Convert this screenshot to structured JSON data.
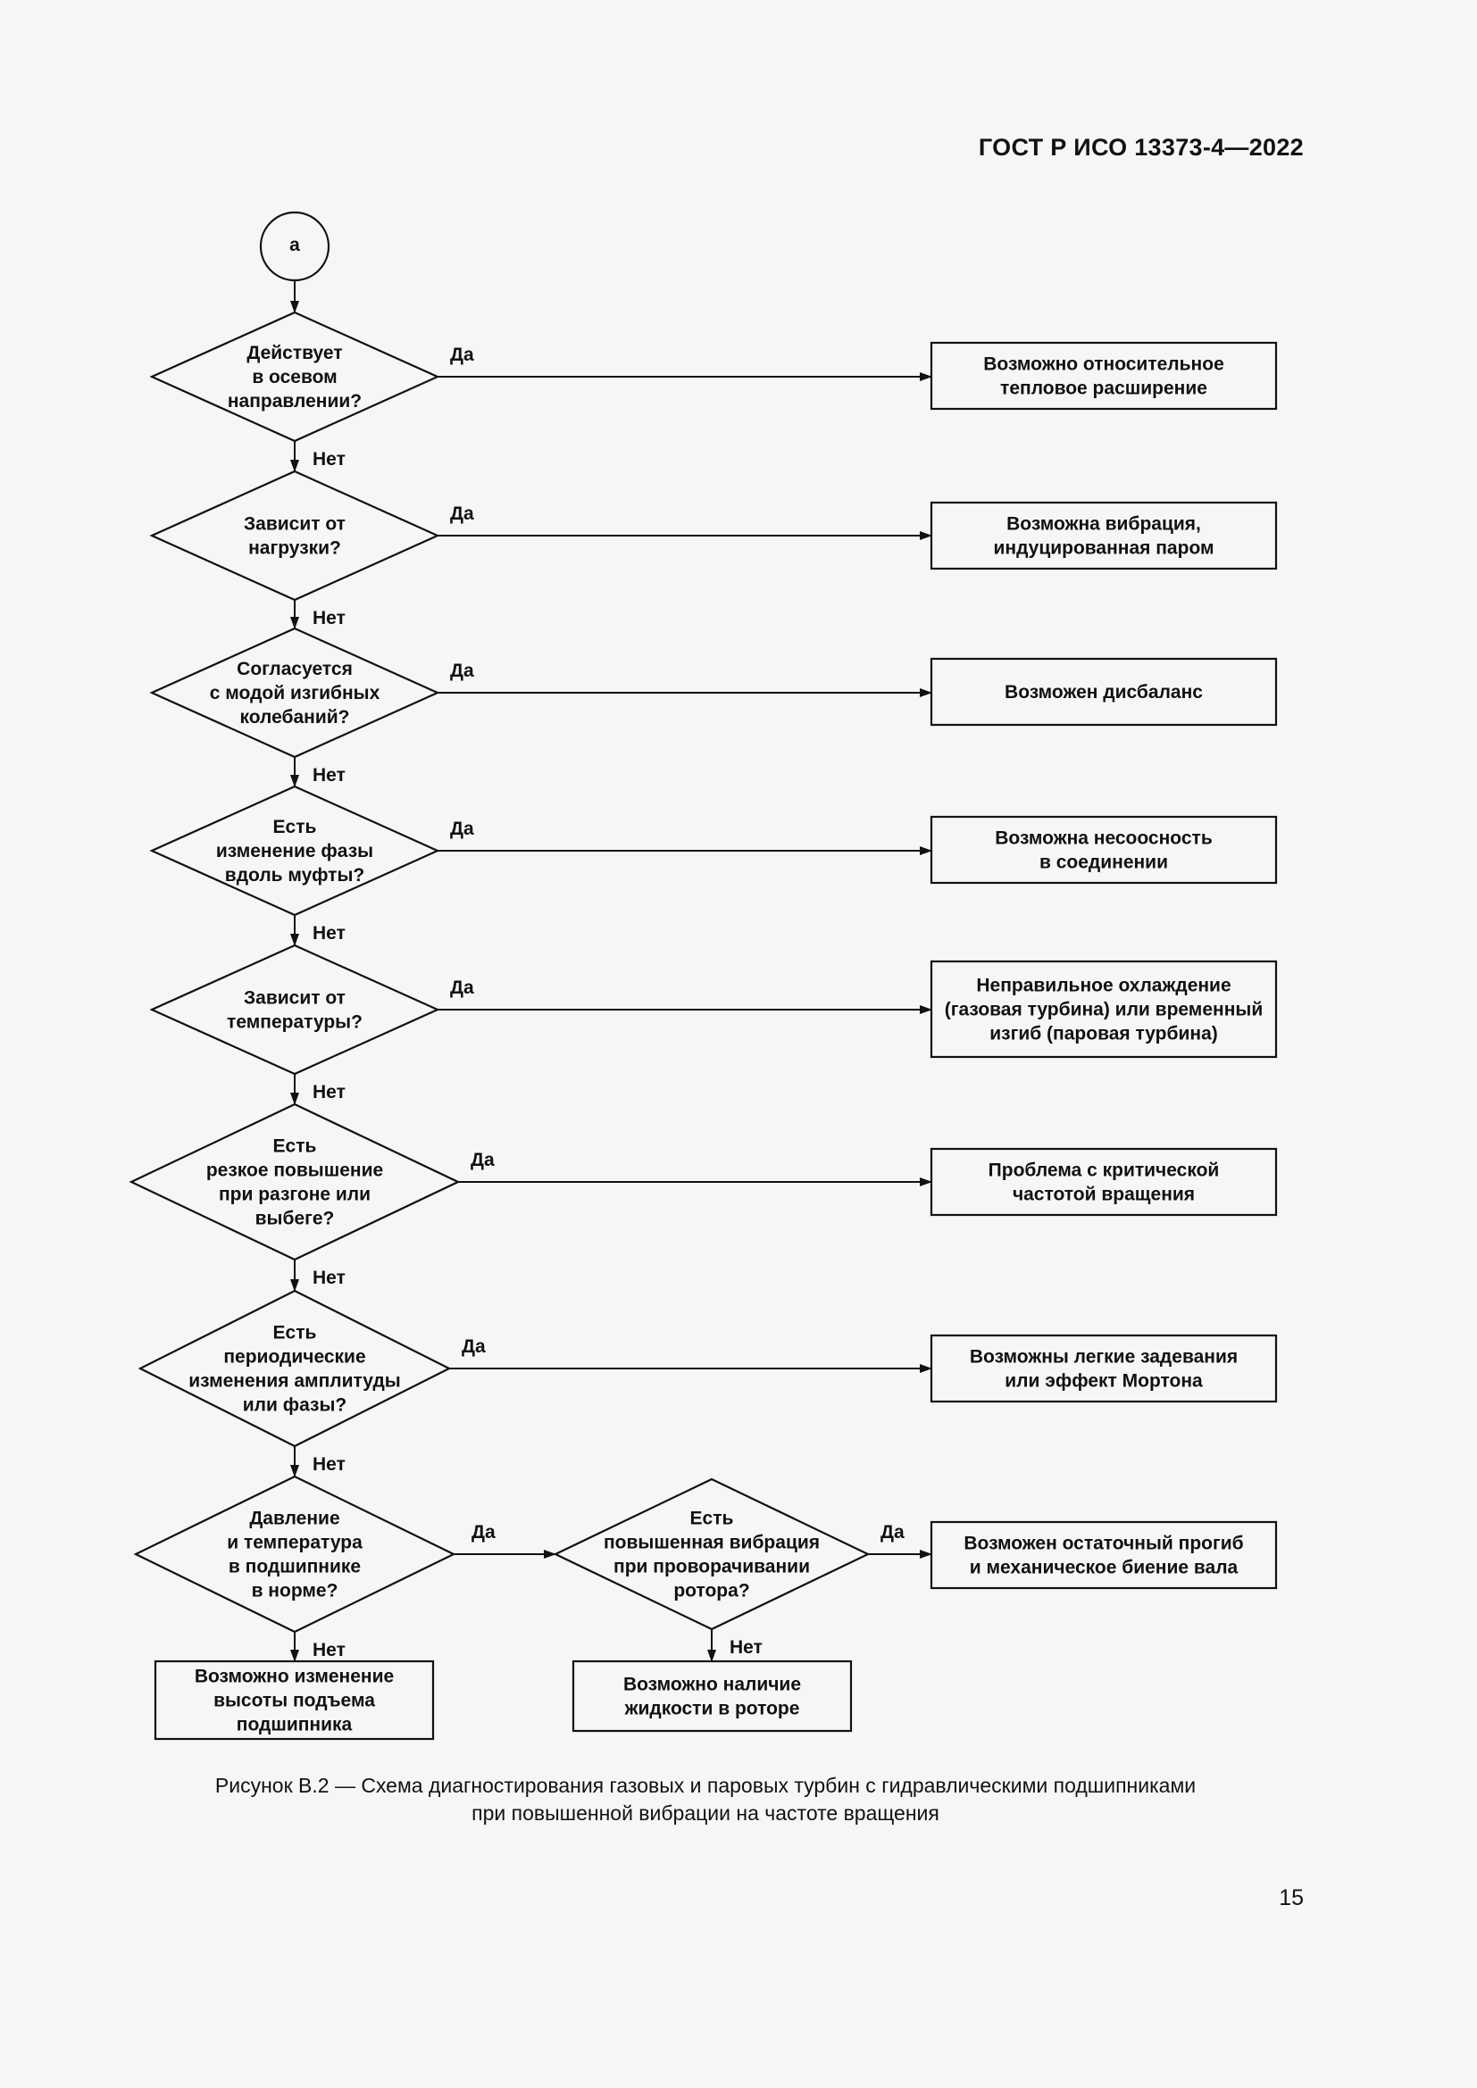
{
  "header": {
    "doc_id": "ГОСТ Р ИСО 13373-4—2022"
  },
  "connector": {
    "label": "a"
  },
  "edge_labels": {
    "yes": "Да",
    "no": "Нет"
  },
  "decisions": [
    {
      "id": "q1",
      "lines": [
        "Действует",
        "в осевом",
        "направлении?"
      ]
    },
    {
      "id": "q2",
      "lines": [
        "Зависит от",
        "нагрузки?"
      ]
    },
    {
      "id": "q3",
      "lines": [
        "Согласуется",
        "с модой изгибных",
        "колебаний?"
      ]
    },
    {
      "id": "q4",
      "lines": [
        "Есть",
        "изменение фазы",
        "вдоль муфты?"
      ]
    },
    {
      "id": "q5",
      "lines": [
        "Зависит от",
        "температуры?"
      ]
    },
    {
      "id": "q6",
      "lines": [
        "Есть",
        "резкое повышение",
        "при разгоне или",
        "выбеге?"
      ]
    },
    {
      "id": "q7",
      "lines": [
        "Есть",
        "периодические",
        "изменения амплитуды",
        "или фазы?"
      ]
    },
    {
      "id": "q8",
      "lines": [
        "Давление",
        "и температура",
        "в подшипнике",
        "в норме?"
      ]
    },
    {
      "id": "q9",
      "lines": [
        "Есть",
        "повышенная вибрация",
        "при проворачивании",
        "ротора?"
      ]
    }
  ],
  "outcomes": [
    {
      "id": "r1",
      "lines": [
        "Возможно относительное",
        "тепловое расширение"
      ]
    },
    {
      "id": "r2",
      "lines": [
        "Возможна вибрация,",
        "индуцированная паром"
      ]
    },
    {
      "id": "r3",
      "lines": [
        "Возможен дисбаланс"
      ]
    },
    {
      "id": "r4",
      "lines": [
        "Возможна несоосность",
        "в соединении"
      ]
    },
    {
      "id": "r5",
      "lines": [
        "Неправильное охлаждение",
        "(газовая турбина) или временный",
        "изгиб (паровая турбина)"
      ]
    },
    {
      "id": "r6",
      "lines": [
        "Проблема с критической",
        "частотой вращения"
      ]
    },
    {
      "id": "r7",
      "lines": [
        "Возможны легкие задевания",
        "или эффект Мортона"
      ]
    },
    {
      "id": "r8",
      "lines": [
        "Возможен остаточный прогиб",
        "и механическое биение вала"
      ]
    },
    {
      "id": "r9",
      "lines": [
        "Возможно изменение",
        "высоты подъема",
        "подшипника"
      ]
    },
    {
      "id": "r10",
      "lines": [
        "Возможно наличие",
        "жидкости в роторе"
      ]
    }
  ],
  "edges": [
    {
      "from": "connector",
      "to": "q1",
      "label": ""
    },
    {
      "from": "q1",
      "to": "r1",
      "label": "yes"
    },
    {
      "from": "q1",
      "to": "q2",
      "label": "no"
    },
    {
      "from": "q2",
      "to": "r2",
      "label": "yes"
    },
    {
      "from": "q2",
      "to": "q3",
      "label": "no"
    },
    {
      "from": "q3",
      "to": "r3",
      "label": "yes"
    },
    {
      "from": "q3",
      "to": "q4",
      "label": "no"
    },
    {
      "from": "q4",
      "to": "r4",
      "label": "yes"
    },
    {
      "from": "q4",
      "to": "q5",
      "label": "no"
    },
    {
      "from": "q5",
      "to": "r5",
      "label": "yes"
    },
    {
      "from": "q5",
      "to": "q6",
      "label": "no"
    },
    {
      "from": "q6",
      "to": "r6",
      "label": "yes"
    },
    {
      "from": "q6",
      "to": "q7",
      "label": "no"
    },
    {
      "from": "q7",
      "to": "r7",
      "label": "yes"
    },
    {
      "from": "q7",
      "to": "q8",
      "label": "no"
    },
    {
      "from": "q8",
      "to": "q9",
      "label": "yes"
    },
    {
      "from": "q8",
      "to": "r9",
      "label": "no"
    },
    {
      "from": "q9",
      "to": "r8",
      "label": "yes"
    },
    {
      "from": "q9",
      "to": "r10",
      "label": "no"
    }
  ],
  "caption": {
    "line1": "Рисунок В.2 — Схема диагностирования газовых и паровых турбин с гидравлическими подшипниками",
    "line2": "при повышенной вибрации на частоте вращения"
  },
  "page_number": "15"
}
